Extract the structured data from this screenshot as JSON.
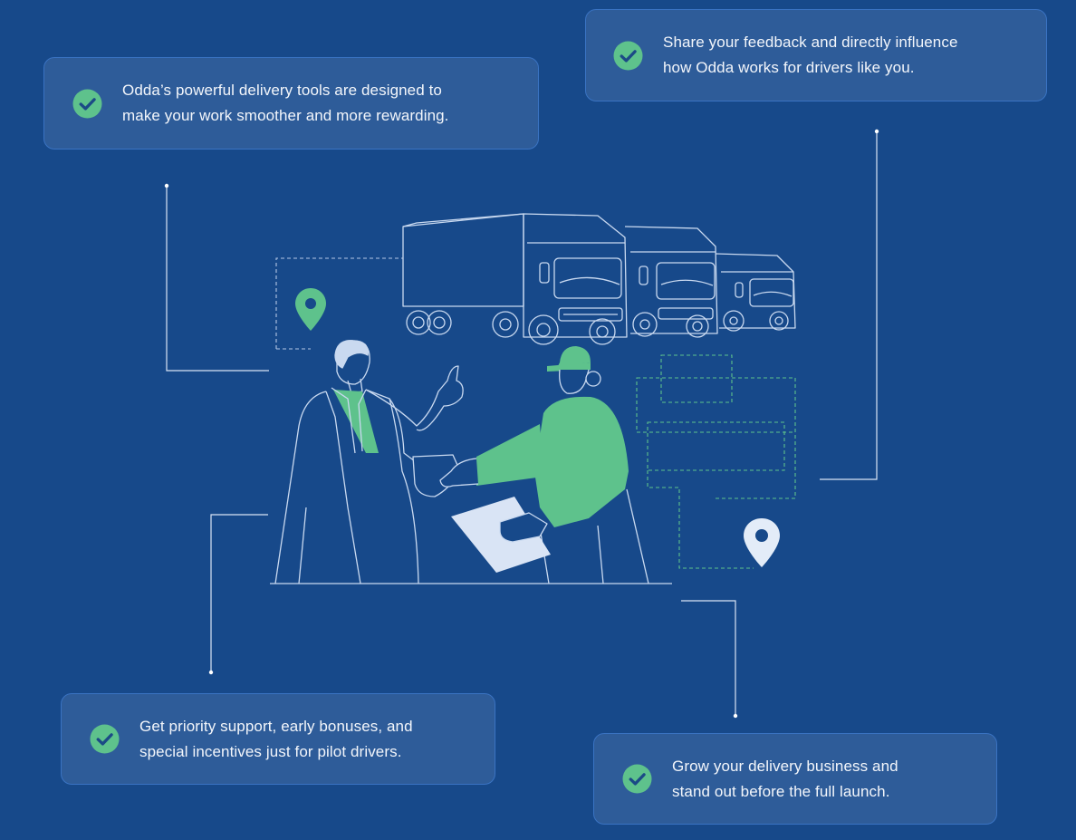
{
  "colors": {
    "background": "#17498a",
    "card_border": "#3a73c2",
    "accent_green": "#5ec28c",
    "line_art": "#c9d9f0"
  },
  "cards": [
    {
      "icon": "check-circle-icon",
      "text": "Odda’s powerful delivery tools are designed to\nmake your work smoother and more rewarding."
    },
    {
      "icon": "check-circle-icon",
      "text": "Share your feedback and directly influence\nhow Odda works for drivers like you."
    },
    {
      "icon": "check-circle-icon",
      "text": "Get priority support, early bonuses, and\nspecial incentives just for pilot drivers."
    },
    {
      "icon": "check-circle-icon",
      "text": "Grow your delivery business and\nstand out before the full launch."
    }
  ]
}
